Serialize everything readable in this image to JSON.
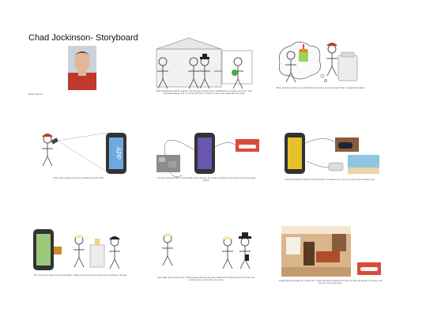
{
  "document": {
    "title": "Chad Jockinson- Storyboard",
    "author_caption": "Robert Jackson"
  },
  "panels": [
    {
      "caption": "Chad and Beth live with his parents, has been job hunting since in Washington but nothing so far yet. They tried several ideas, and, so he sits with them, in order to meet more independent as Chad."
    },
    {
      "caption": "Beth, currently working in a small kitchen restaurant, wanted to launch help managing the budget."
    },
    {
      "caption": "Chad, who is always on the go, decides to find the APP."
    },
    {
      "caption": "He puts in his information to get update. Using the app, for a more complete, he can look more and compare options."
    },
    {
      "caption": "Using with things he wants to pose the stuff, so whatever is in, are we no one is sent a stable a tiny..."
    },
    {
      "caption": "The next day he goes out to the purchase, making sure to check the remaining for purchase in the app."
    },
    {
      "caption": "Eventually, after a week or so, Chad proposes and has found an Airbnb and a solid apartment of Chad. Hes found a way to pay for the. He is fired."
    },
    {
      "caption": "Tonight Beth and Chad are on their own. Chad is thinking of all kind of money, but they did at least in the app, and can set a very small place."
    }
  ],
  "labels": {
    "app_sign": "APP"
  },
  "colors": {
    "phone_purple": "#6a55b0",
    "phone_yellow": "#e5c12a",
    "phone_green": "#9cc87a",
    "cap_red": "#c0392b",
    "cake_orange": "#f07d2a",
    "app_blue": "#6fa8dc"
  }
}
